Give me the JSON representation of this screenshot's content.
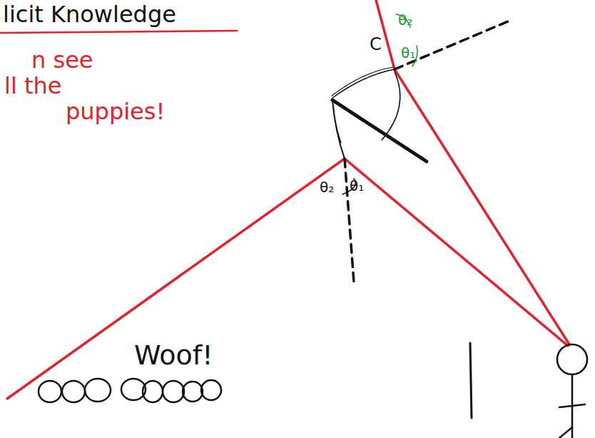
{
  "diagram": {
    "title": "licit Knowledge",
    "labels": [
      "n see",
      "ll the",
      "puppies!",
      "C",
      "θ₂",
      "θ₁",
      "θ₂",
      "θ₁",
      "Woof!"
    ]
  }
}
